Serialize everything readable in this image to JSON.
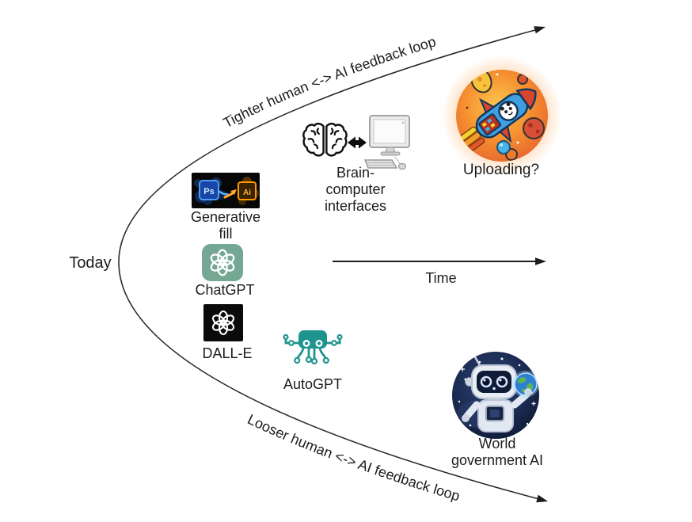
{
  "figure": {
    "today_label": "Today",
    "time_label": "Time",
    "top_loop_label": "Tighter human <-> AI feedback loop",
    "bottom_loop_label": "Looser human <-> AI feedback loop",
    "items": {
      "generative_fill": {
        "line1": "Generative",
        "line2": "fill",
        "ps_badge": "Ps",
        "ai_badge": "Ai"
      },
      "chatgpt": {
        "label": "ChatGPT"
      },
      "dalle": {
        "label": "DALL-E"
      },
      "autogpt": {
        "label": "AutoGPT"
      },
      "bci": {
        "line1": "Brain-",
        "line2": "computer",
        "line3": "interfaces"
      },
      "uploading": {
        "label": "Uploading?"
      },
      "world_government_ai": {
        "line1": "World",
        "line2": "government AI"
      }
    },
    "colors": {
      "ink": "#1c1c1c",
      "chatgpt_teal": "#74a895",
      "autogpt_teal": "#1e948e",
      "dalle_black": "#0a0a0a",
      "photoshop_blue": "#4e9cf5",
      "illustrator_orange": "#ff9a00",
      "rocket_orange": "#f59030",
      "space_navy": "#101c3c"
    }
  }
}
